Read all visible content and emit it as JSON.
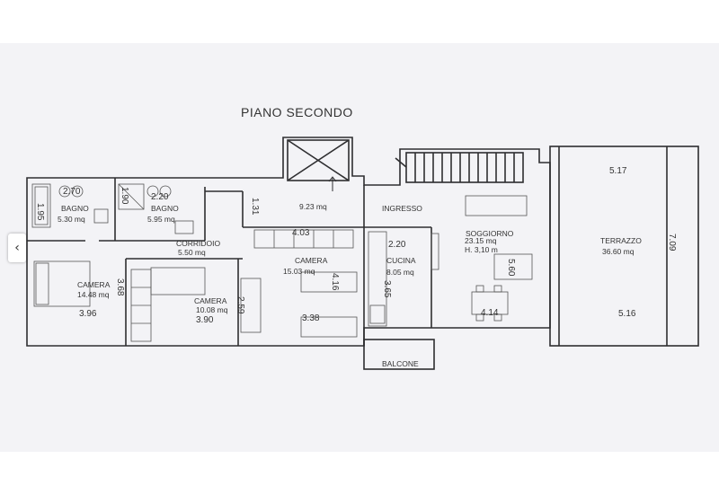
{
  "title": "PIANO SECONDO",
  "rooms": {
    "bagno1": {
      "name": "BAGNO",
      "area": "5.30 mq"
    },
    "bagno2": {
      "name": "BAGNO",
      "area": "5.95 mq"
    },
    "corridoio": {
      "name": "CORRIDOIO",
      "area": "5.50 mq"
    },
    "camera1": {
      "name": "CAMERA",
      "area": "14.48 mq"
    },
    "camera2": {
      "name": "CAMERA",
      "area": "10.08 mq"
    },
    "camera3": {
      "name": "CAMERA",
      "area": "15.03 mq"
    },
    "cucina": {
      "name": "CUCINA",
      "area": "8.05 mq"
    },
    "ingresso": {
      "name": "INGRESSO",
      "area": "9.23 mq"
    },
    "soggiorno": {
      "name": "SOGGIORNO",
      "area": "23.15 mq",
      "height": "H. 3,10 m"
    },
    "terrazzo": {
      "name": "TERRAZZO",
      "area": "36.60 mq"
    },
    "balcone": {
      "name": "BALCONE"
    }
  },
  "dimensions": {
    "bagno1_w": "2.70",
    "bagno1_h": "1.95",
    "bagno2_w": "2.20",
    "bagno2_h": "1.90",
    "corridor_h": "1.31",
    "camera1_w": "3.96",
    "camera1_h": "3.68",
    "camera2_w": "3.90",
    "camera2_h": "2.59",
    "camera3_top": "4.03",
    "camera3_bottom": "3.38",
    "camera3_h": "4.16",
    "cucina_w": "2.20",
    "cucina_h": "3.65",
    "soggiorno_w": "4.14",
    "soggiorno_h": "5.60",
    "terrazzo_top": "5.17",
    "terrazzo_bottom": "5.16",
    "terrazzo_h": "7.09"
  },
  "colors": {
    "ink": "#2e2e30",
    "paper": "#f3f3f6",
    "furniture": "#555555"
  },
  "nav": {
    "prev_icon": "‹"
  }
}
